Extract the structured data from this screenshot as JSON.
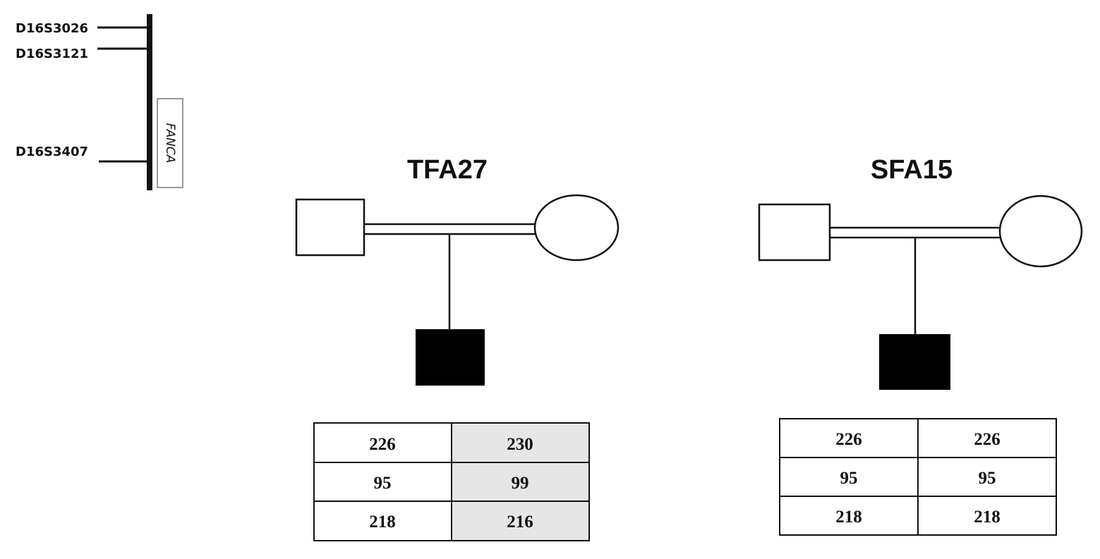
{
  "chromosome": {
    "markers": [
      "D16S3026",
      "D16S3121",
      "D16S3407"
    ],
    "gene": "FANCA"
  },
  "pedigrees": [
    {
      "title": "TFA27",
      "haplotypes": [
        [
          "226",
          "230"
        ],
        [
          "95",
          "99"
        ],
        [
          "218",
          "216"
        ]
      ],
      "highlighted_column": 1
    },
    {
      "title": "SFA15",
      "haplotypes": [
        [
          "226",
          "226"
        ],
        [
          "95",
          "95"
        ],
        [
          "218",
          "218"
        ]
      ],
      "highlighted_column": null
    }
  ],
  "colors": {
    "line": "#111111",
    "affected": "#000000",
    "highlight": "#e6e6e6"
  }
}
